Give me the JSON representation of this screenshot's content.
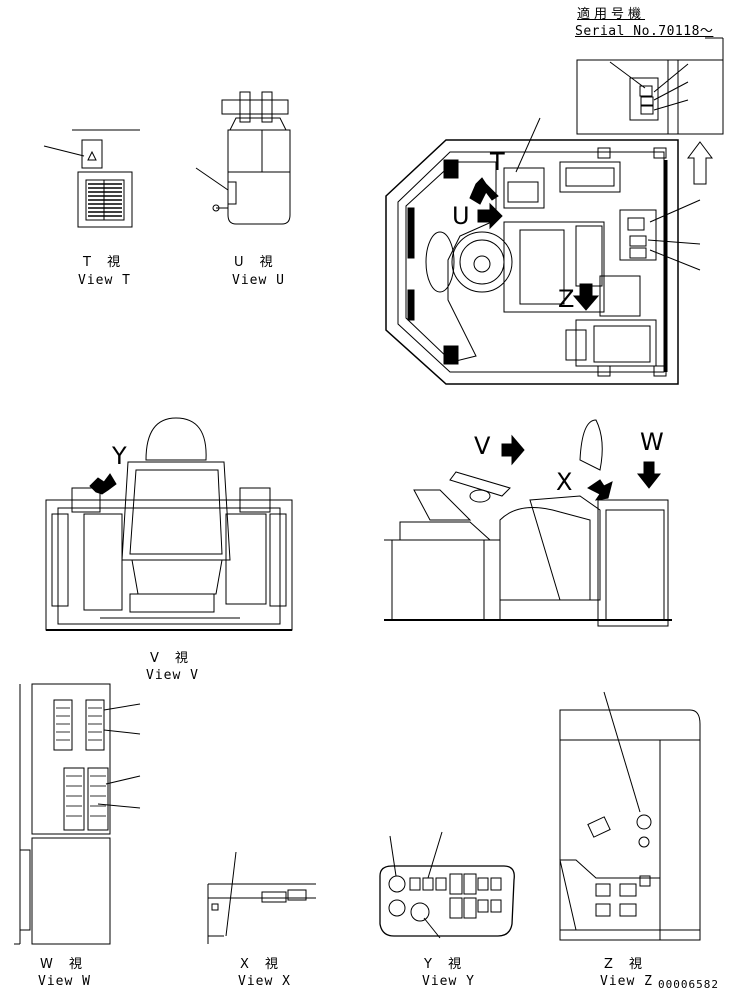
{
  "header": {
    "serial_jp": "適用号機",
    "serial_no": "Serial No.70118～"
  },
  "views": {
    "t": {
      "jp": "T 視",
      "en": "View T"
    },
    "u": {
      "jp": "U 視",
      "en": "View U"
    },
    "v": {
      "jp": "V 視",
      "en": "View V"
    },
    "w": {
      "jp": "W 視",
      "en": "View W"
    },
    "x": {
      "jp": "X 視",
      "en": "View X"
    },
    "y": {
      "jp": "Y 視",
      "en": "View Y"
    },
    "z": {
      "jp": "Z 視",
      "en": "View Z"
    }
  },
  "arrow_letters": {
    "u": "U",
    "t": "T",
    "z": "Z",
    "y": "Y",
    "v": "V",
    "x": "X",
    "w": "W"
  },
  "doc_number": "00006582"
}
